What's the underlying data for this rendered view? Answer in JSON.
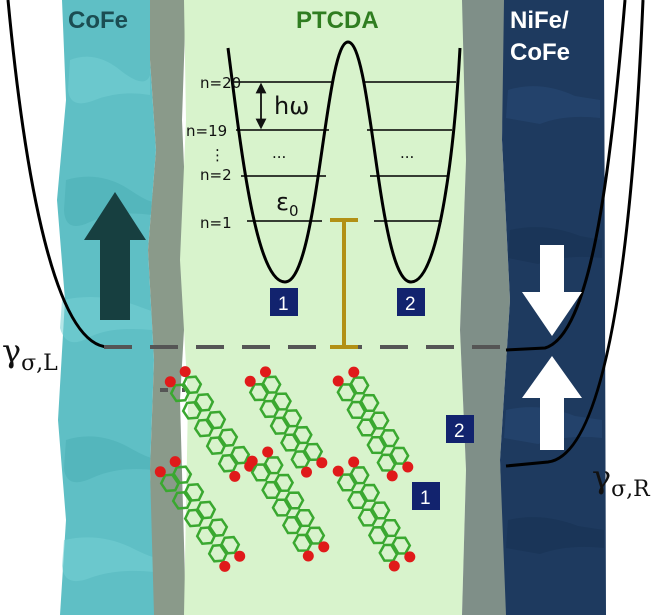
{
  "headers": {
    "left": "CoFe",
    "center": "PTCDA",
    "right_line1": "NiFe/",
    "right_line2": "CoFe"
  },
  "levels": {
    "n20": "n=20",
    "n19": "n=19",
    "dots": "⋮",
    "n2": "n=2",
    "n1": "n=1",
    "ellipsis": "..."
  },
  "symbols": {
    "h": "h",
    "omega": "ω",
    "eps": "ε",
    "eps_sub": "0"
  },
  "gamma_left": {
    "g": "γ",
    "sub": "σ,L"
  },
  "gamma_right": {
    "g": "γ",
    "sub": "σ,R"
  },
  "sites": {
    "one": "1",
    "two": "2"
  },
  "colors": {
    "cofe_left": "#5fbfc5",
    "ptcda": "#d8f3cc",
    "interface": "#8a9a8a",
    "nife_right": "#1e3a5f",
    "header_left": "#1b4d52",
    "header_center": "#2f7d20",
    "arrow_left": "#173f40",
    "bar": "#b29015",
    "molecule": "#3aa830",
    "oxygen": "#e01a1a",
    "site_box": "#12236e"
  }
}
